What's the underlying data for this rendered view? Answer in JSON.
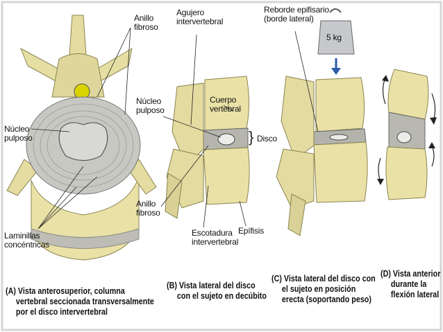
{
  "labels": {
    "anillo_fibroso_a": "Anillo\nfibroso",
    "nucleo_pulposo_a": "Núcleo\npulposo",
    "laminillas": "Laminillas\nconcéntricas",
    "agujero": "Agujero\nintervertebral",
    "nucleo_pulposo_b": "Núcleo\npulposo",
    "cuerpo_vertebral": "Cuerpo\nvertebral",
    "disco": "Disco",
    "anillo_fibroso_b": "Anillo\nfibroso",
    "escotadura": "Escotadura\nintervertebral",
    "epifisis": "Epífisis",
    "reborde": "Reborde epifisario\n(borde lateral)",
    "weight": "5 kg"
  },
  "captions": {
    "a": "(A) Vista anterosuperior, columna\n     vertebral seccionada transversalmente\n     por el disco intervertebral",
    "b": "(B) Vista lateral del disco\n     con el sujeto en decúbito",
    "c": "(C) Vista lateral del disco con\n     el sujeto en posición\n     erecta (soportando peso)",
    "d": "(D) Vista anterior\n     durante la\n     flexión lateral"
  },
  "colors": {
    "bone": "#e8e0a6",
    "bone_shade": "#c9c07a",
    "disc": "#b8b8b4",
    "nucleus": "#d4d4d0",
    "arrow": "#2b5aa8",
    "frame": "#d8d8d8"
  }
}
